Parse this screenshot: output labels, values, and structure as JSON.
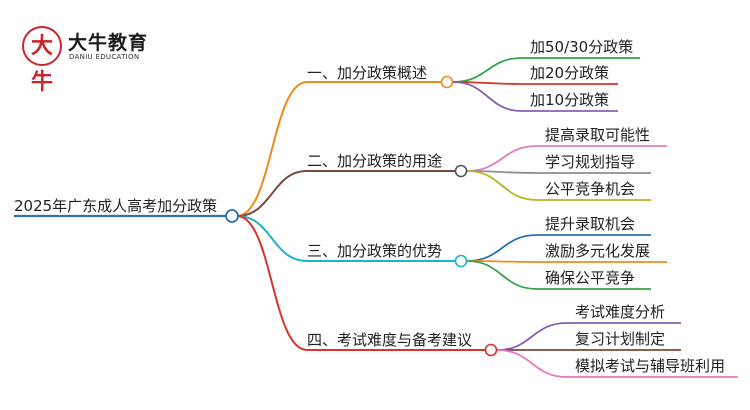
{
  "logo": {
    "mark": "大牛",
    "title": "大牛教育",
    "subtitle": "DANIU EDUCATION",
    "icon": "daniu-logo-icon",
    "color": "#c9252c"
  },
  "mindmap": {
    "root": {
      "label": "2025年广东成人高考加分政策",
      "color": "#2b72b0"
    },
    "branches": [
      {
        "label": "一、加分政策概述",
        "color": "#f08a1c",
        "children": [
          {
            "label": "加50/30分政策",
            "color": "#3aa346"
          },
          {
            "label": "加20分政策",
            "color": "#d9332b"
          },
          {
            "label": "加10分政策",
            "color": "#8a5fb5"
          }
        ]
      },
      {
        "label": "二、加分政策的用途",
        "color": "#7a4a3e",
        "children": [
          {
            "label": "提高录取可能性",
            "color": "#e07cc4"
          },
          {
            "label": "学习规划指导",
            "color": "#8e8e8e"
          },
          {
            "label": "公平竞争机会",
            "color": "#b5b52a"
          }
        ]
      },
      {
        "label": "三、加分政策的优势",
        "color": "#1bb5c9",
        "children": [
          {
            "label": "提升录取机会",
            "color": "#2b72b0"
          },
          {
            "label": "激励多元化发展",
            "color": "#f08a1c"
          },
          {
            "label": "确保公平竞争",
            "color": "#3aa346"
          }
        ]
      },
      {
        "label": "四、考试难度与备考建议",
        "color": "#d9332b",
        "children": [
          {
            "label": "考试难度分析",
            "color": "#8a5fb5"
          },
          {
            "label": "复习计划制定",
            "color": "#7a4a3e"
          },
          {
            "label": "模拟考试与辅导班利用",
            "color": "#e07cc4"
          }
        ]
      }
    ]
  }
}
